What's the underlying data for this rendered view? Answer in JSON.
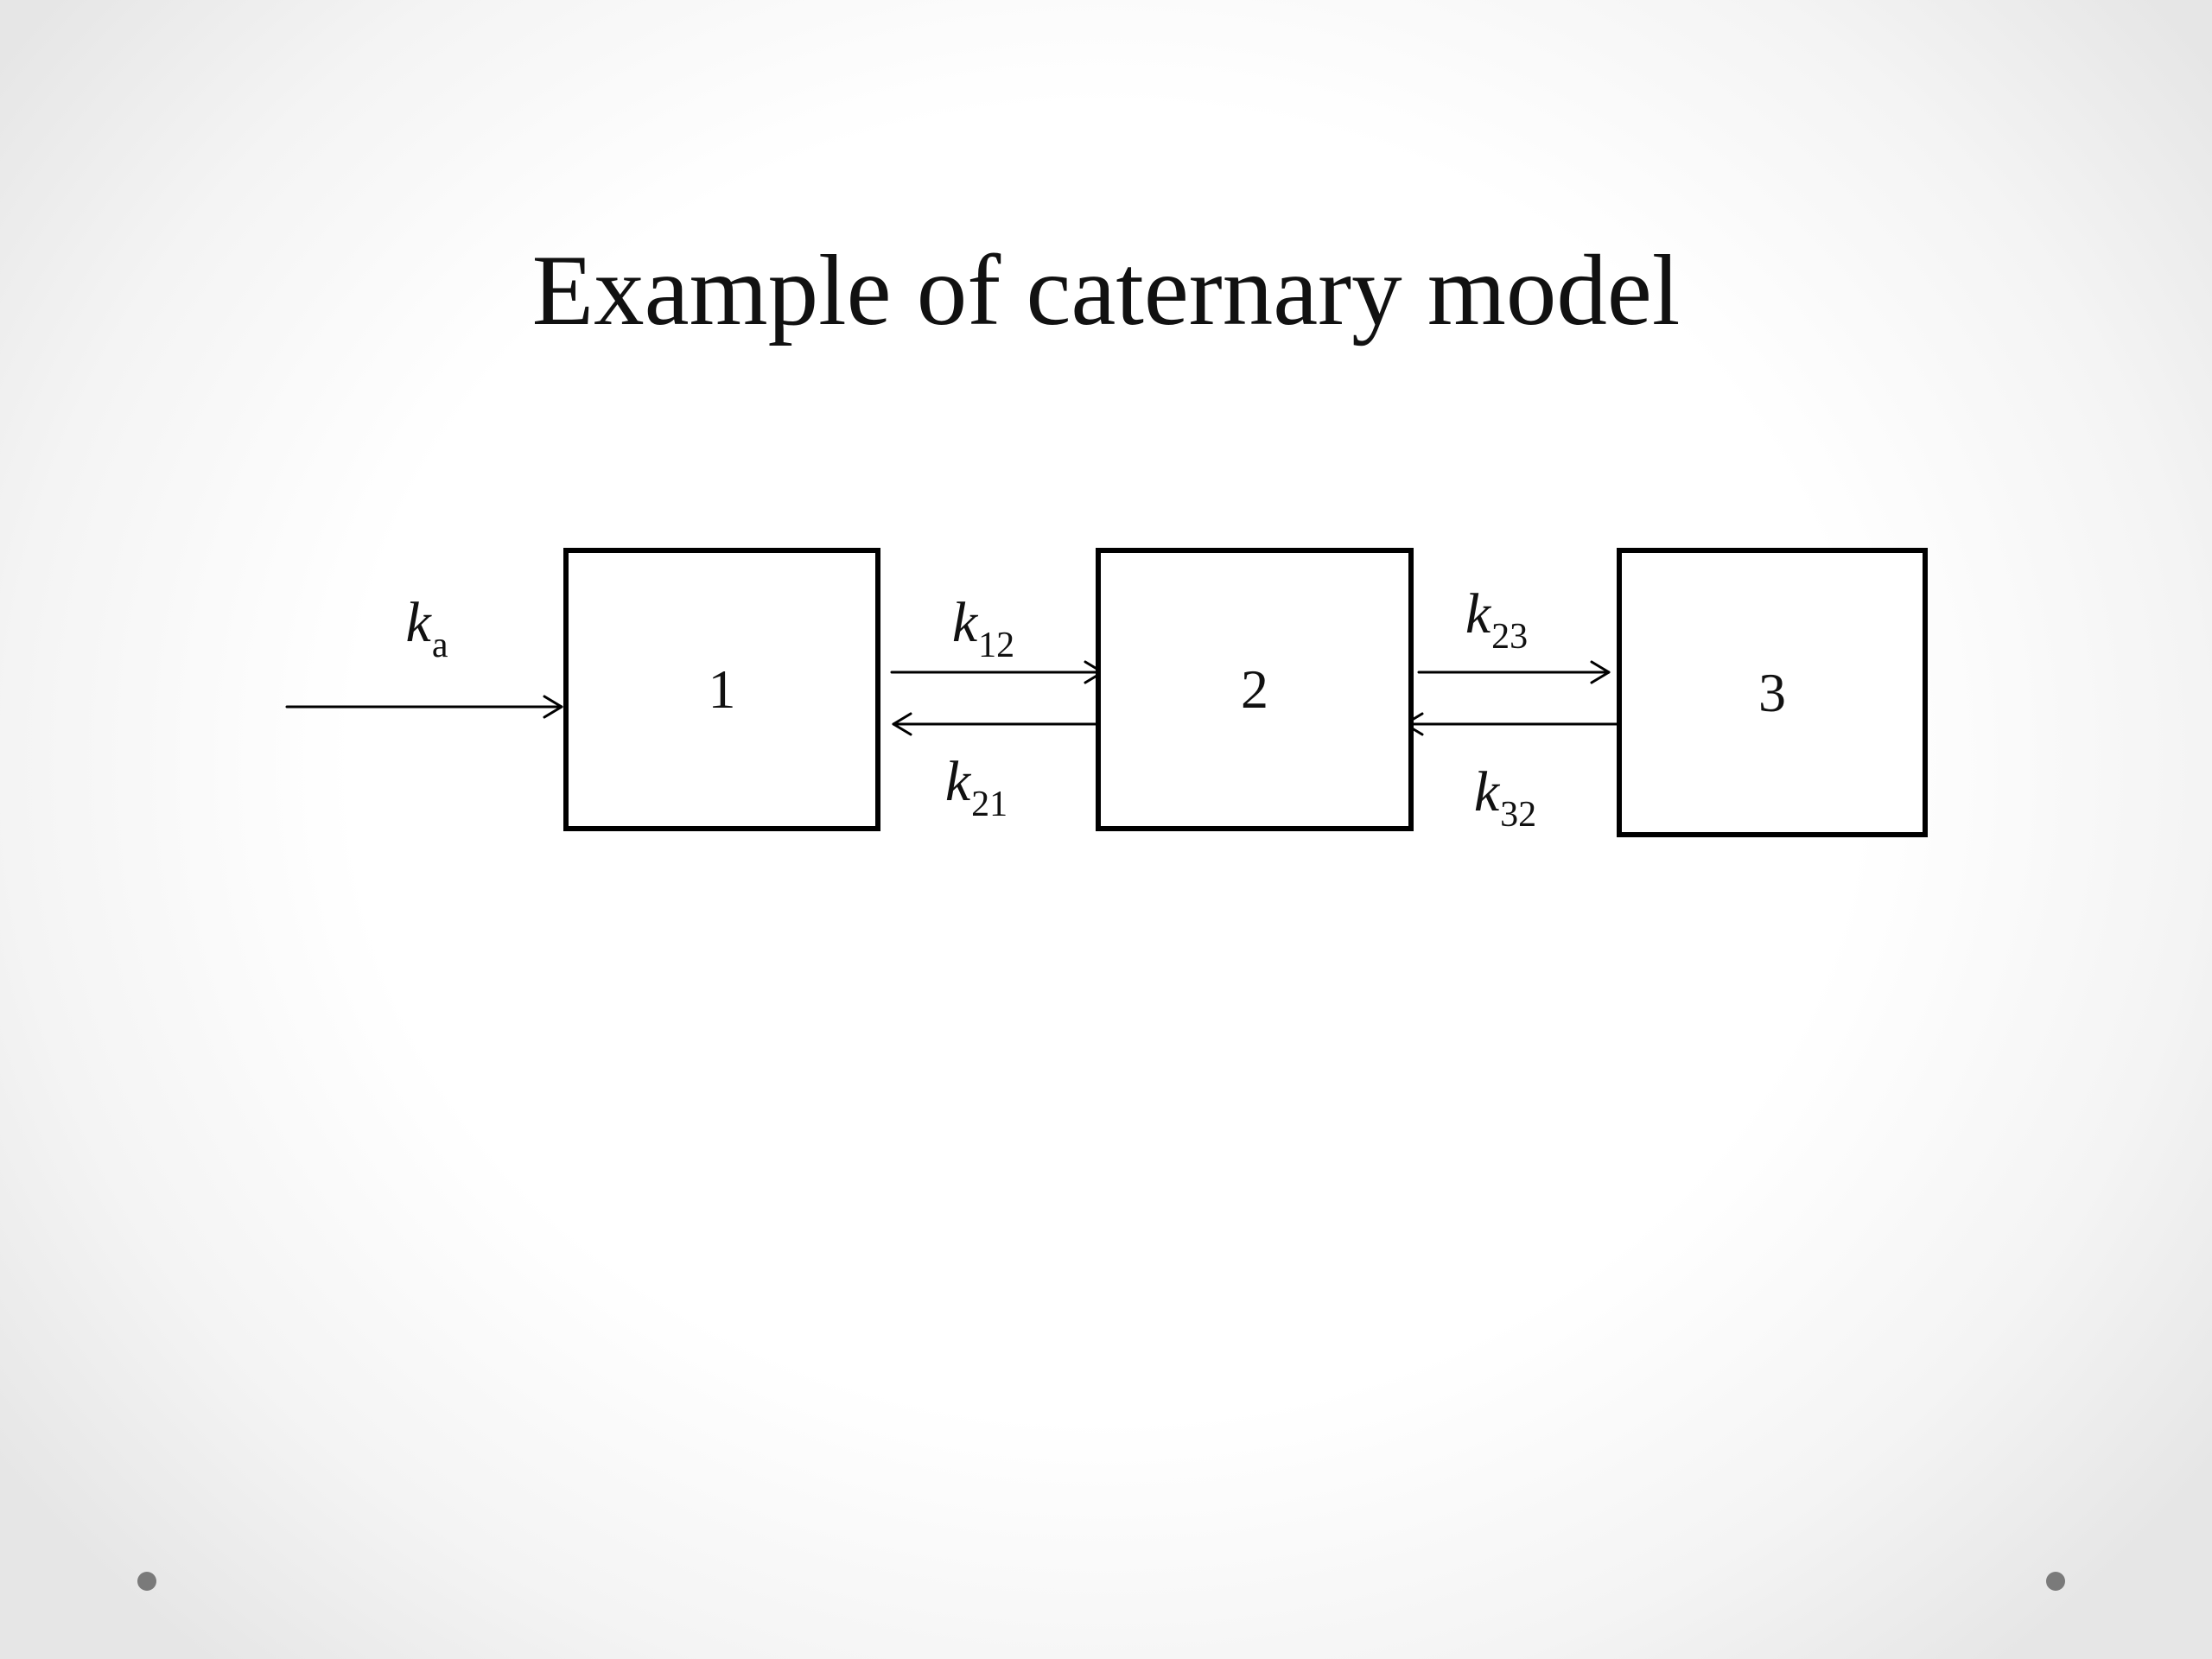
{
  "slide": {
    "title": "Example of caternary model"
  },
  "compartments": [
    {
      "id": "1",
      "label": "1"
    },
    {
      "id": "2",
      "label": "2"
    },
    {
      "id": "3",
      "label": "3"
    }
  ],
  "rate_constants": {
    "ka": {
      "symbol": "k",
      "subscript": "a"
    },
    "k12": {
      "symbol": "k",
      "subscript": "12"
    },
    "k21": {
      "symbol": "k",
      "subscript": "21"
    },
    "k23": {
      "symbol": "k",
      "subscript": "23"
    },
    "k32": {
      "symbol": "k",
      "subscript": "32"
    }
  },
  "flows": [
    {
      "from": "input",
      "to": "1",
      "rate": "ka"
    },
    {
      "from": "1",
      "to": "2",
      "rate": "k12"
    },
    {
      "from": "2",
      "to": "1",
      "rate": "k21"
    },
    {
      "from": "2",
      "to": "3",
      "rate": "k23"
    },
    {
      "from": "3",
      "to": "2",
      "rate": "k32"
    }
  ],
  "colors": {
    "line": "#000000",
    "text": "#111111",
    "bullet": "#7a7a7a"
  }
}
